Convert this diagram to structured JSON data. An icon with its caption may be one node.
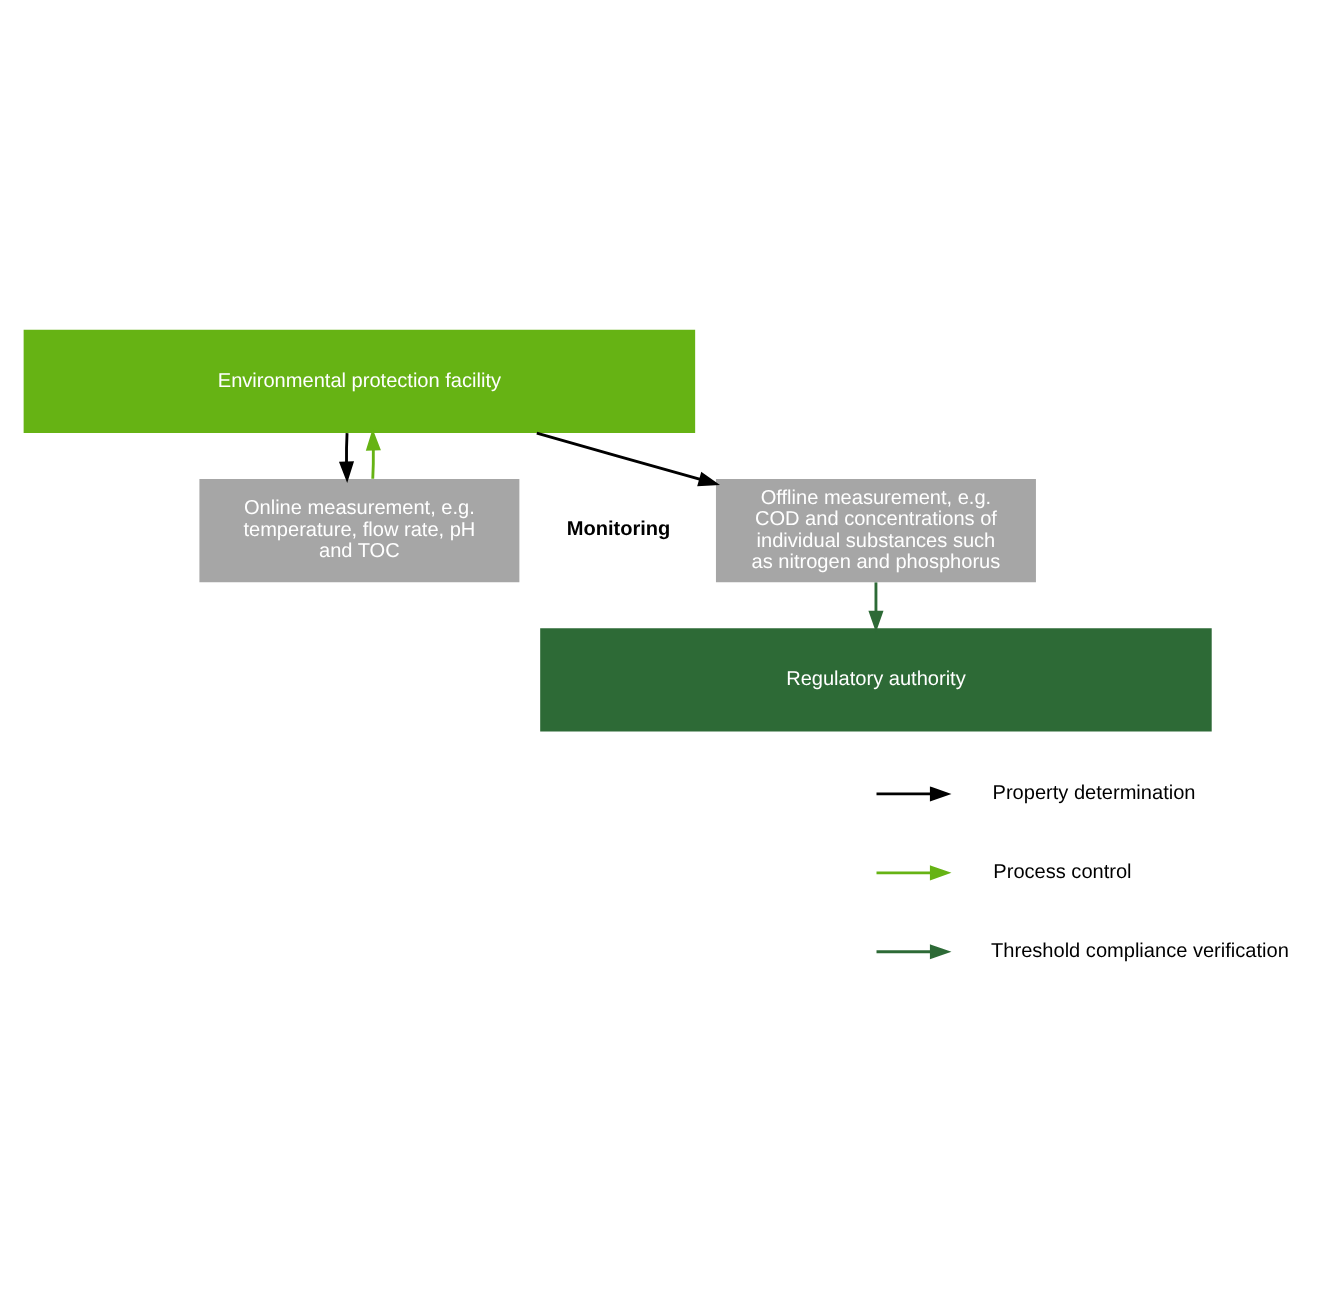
{
  "diagram": {
    "nodes": [
      {
        "text": [
          "Environmental protection facility"
        ]
      },
      {
        "text": [
          "Online measurement, e.g. temperature, flow rate, pH and TOC"
        ]
      },
      {
        "text": [
          "Offline measurement, e.g. COD and concentrations of individual substances such as nitrogen and phosphorus"
        ]
      },
      {
        "text": [
          "Regulatory authority"
        ]
      }
    ],
    "edges": [
      {
        "from": 1,
        "to": 0,
        "arrow": "to",
        "color": "#66b314"
      },
      {
        "from": 0,
        "to": 1,
        "arrow": "to"
      },
      {
        "from": 0,
        "to": 2,
        "arrow": "to"
      },
      {
        "from": 2,
        "to": 3,
        "arrow": "to",
        "color": "#2d6a36"
      }
    ],
    "labels": [
      "Monitoring"
    ],
    "legend": [
      {
        "text": "Property determination"
      },
      {
        "text": "Process control"
      },
      {
        "text": "Threshold compliance verification"
      }
    ]
  }
}
